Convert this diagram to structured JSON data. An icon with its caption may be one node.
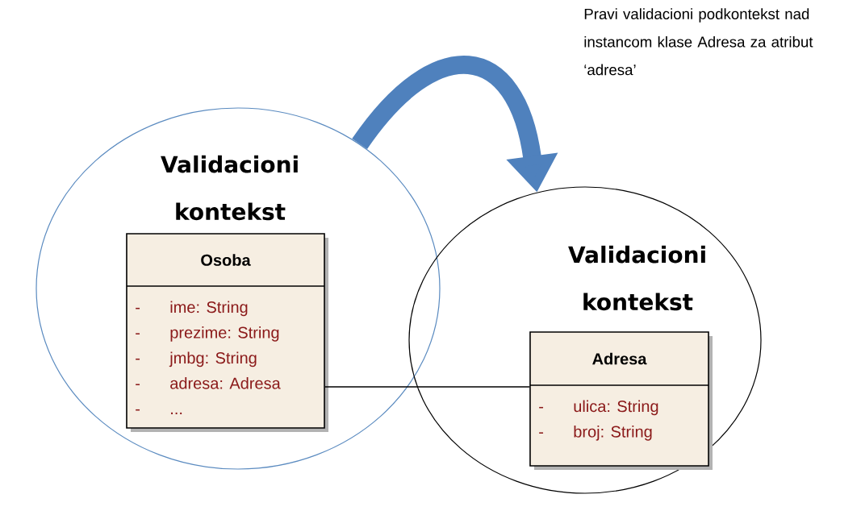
{
  "diagram": {
    "nodes": [
      {
        "text": [
          "Validacioni kontekst"
        ]
      },
      {
        "text": [
          "Osoba",
          "-",
          "ime:  String",
          "-",
          "prezime:  String",
          "-",
          "jmbg:  String",
          "-",
          "adresa:  Adresa",
          "-",
          "..."
        ],
        "in": 0
      },
      {
        "text": [
          "Validacioni kontekst"
        ]
      },
      {
        "text": [
          "Adresa",
          "-",
          "ulica:  String",
          "-",
          "broj:  String"
        ],
        "in": 2
      }
    ],
    "edges": [
      {
        "from": 0,
        "to": 2,
        "arrow": "to",
        "style": "thick",
        "color": "#4f81bd"
      },
      {
        "from": 1,
        "to": 3,
        "arrow": "none",
        "color": "#000000"
      }
    ],
    "labels": [
      "Pravi validacioni podkontekst nad instancom klase Adresa za atribut ‘adresa’"
    ]
  }
}
